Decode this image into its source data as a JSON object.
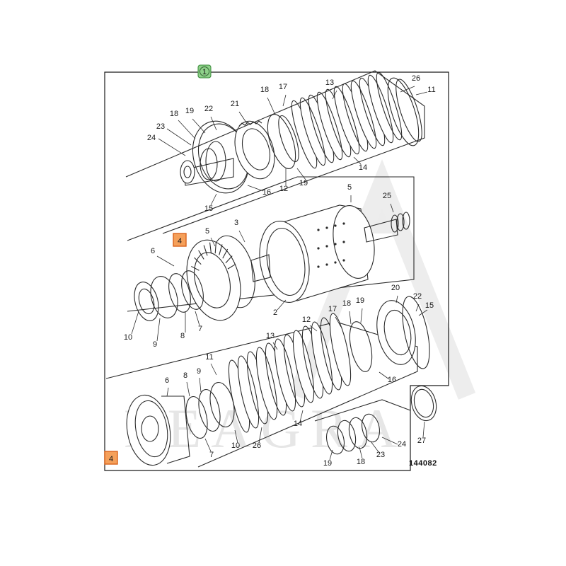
{
  "diagram": {
    "catalog_number": "144082",
    "watermark": "LEAGRA",
    "colors": {
      "highlight_green": "#8fd18a",
      "highlight_orange": "#f5a05a",
      "ink": "#2a2a2a"
    },
    "highlights": [
      {
        "label": "1",
        "kind": "green"
      },
      {
        "label": "4",
        "kind": "orange"
      },
      {
        "label": "4",
        "kind": "orange"
      }
    ],
    "labels": {
      "top": [
        "13",
        "18",
        "17",
        "26",
        "11",
        "21",
        "18",
        "19",
        "22",
        "23",
        "24",
        "12",
        "19",
        "14",
        "16",
        "15"
      ],
      "middle": [
        "5",
        "25",
        "5",
        "3",
        "6",
        "10",
        "9",
        "8",
        "7",
        "2"
      ],
      "bottom": [
        "20",
        "22",
        "15",
        "17",
        "18",
        "19",
        "12",
        "13",
        "11",
        "16",
        "6",
        "8",
        "9",
        "10",
        "26",
        "14",
        "7",
        "24",
        "19",
        "18",
        "23",
        "27"
      ]
    }
  }
}
